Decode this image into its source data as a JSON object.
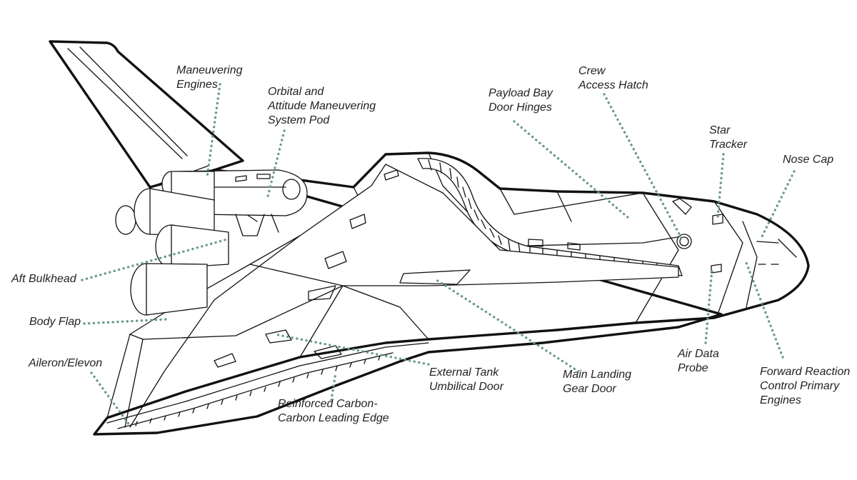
{
  "labels": {
    "maneuvering_engines": "Maneuvering\nEngines",
    "oms_pod": "Orbital and\nAttitude Maneuvering\nSystem Pod",
    "payload_bay_door_hinges": "Payload Bay\nDoor Hinges",
    "crew_access_hatch": "Crew\nAccess Hatch",
    "star_tracker": "Star\nTracker",
    "nose_cap": "Nose Cap",
    "aft_bulkhead": "Aft Bulkhead",
    "body_flap": "Body Flap",
    "aileron_elevon": "Aileron/Elevon",
    "reinforced_carbon": "Reinforced Carbon-\nCarbon Leading Edge",
    "external_tank_umbilical": "External Tank\nUmbilical Door",
    "main_landing_gear_door": "Main Landing\nGear Door",
    "air_data_probe": "Air Data\nProbe",
    "forward_rcs": "Forward Reaction\nControl Primary\nEngines"
  },
  "colors": {
    "leader": "#6a9a86",
    "outline": "#111111",
    "label_text": "#222222",
    "background": "#ffffff"
  }
}
